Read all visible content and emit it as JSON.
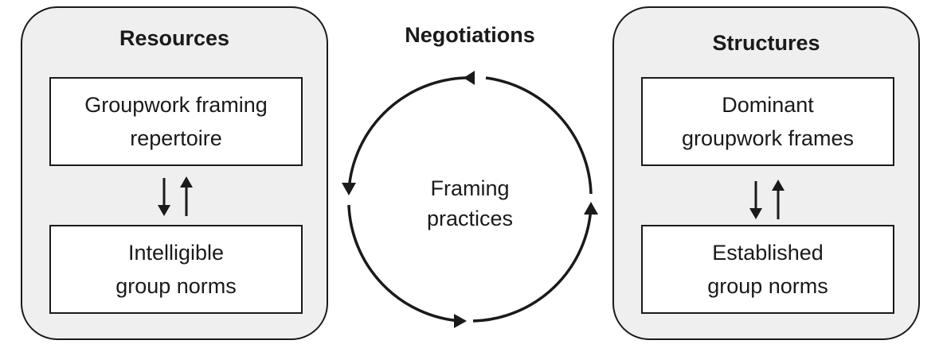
{
  "resources": {
    "title": "Resources",
    "top_box": [
      "Groupwork framing",
      "repertoire"
    ],
    "bottom_box": [
      "Intelligible",
      "group norms"
    ]
  },
  "negotiations": {
    "title": "Negotiations",
    "center_label": [
      "Framing",
      "practices"
    ]
  },
  "structures": {
    "title": "Structures",
    "top_box": [
      "Dominant",
      "groupwork frames"
    ],
    "bottom_box": [
      "Established",
      "group norms"
    ]
  },
  "colors": {
    "panel_fill": "#efefef",
    "stroke": "#1a1a1a",
    "box_fill": "#ffffff"
  },
  "icons": {
    "exchange": "up-down-arrows-icon",
    "cycle": "circular-arrows-icon"
  }
}
